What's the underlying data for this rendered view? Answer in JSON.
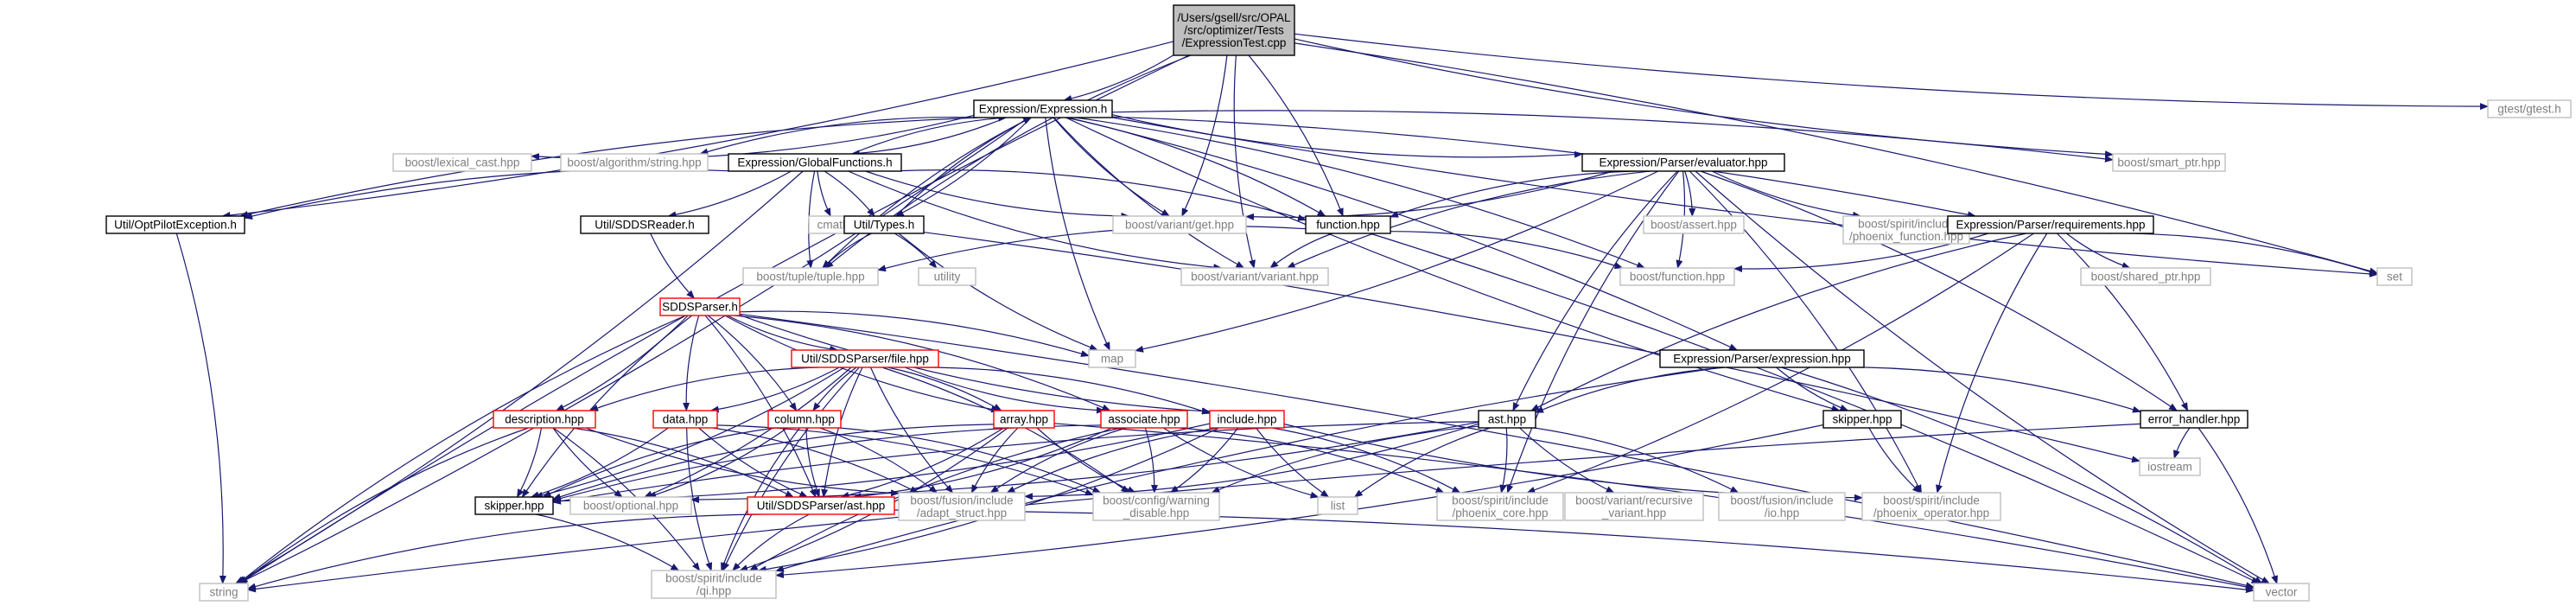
{
  "colors": {
    "edge": "#191970",
    "root_fill": "#bfbfbf",
    "root_stroke": "#000000",
    "documented_stroke": "#000000",
    "truncated_stroke": "#ff0000",
    "external_stroke": "#bfbfbf",
    "node_fill": "#ffffff",
    "text_dark": "#000000",
    "text_gray": "#7f7f7f"
  },
  "legend_kinds": [
    "root",
    "documented",
    "truncated",
    "external"
  ],
  "nodes": [
    {
      "id": "root",
      "lines": [
        "/Users/gsell/src/OPAL",
        "/src/optimizer/Tests",
        "/ExpressionTest.cpp"
      ],
      "kind": "root"
    },
    {
      "id": "expression_h",
      "lines": [
        "Expression/Expression.h"
      ],
      "kind": "documented"
    },
    {
      "id": "gtest_h",
      "lines": [
        "gtest/gtest.h"
      ],
      "kind": "external"
    },
    {
      "id": "lexical_cast",
      "lines": [
        "boost/lexical_cast.hpp"
      ],
      "kind": "external"
    },
    {
      "id": "algo_string",
      "lines": [
        "boost/algorithm/string.hpp"
      ],
      "kind": "external"
    },
    {
      "id": "global_functions",
      "lines": [
        "Expression/GlobalFunctions.h"
      ],
      "kind": "documented"
    },
    {
      "id": "evaluator",
      "lines": [
        "Expression/Parser/evaluator.hpp"
      ],
      "kind": "documented"
    },
    {
      "id": "smart_ptr",
      "lines": [
        "boost/smart_ptr.hpp"
      ],
      "kind": "external"
    },
    {
      "id": "optpilot_exc",
      "lines": [
        "Util/OptPilotException.h"
      ],
      "kind": "documented"
    },
    {
      "id": "sdds_reader",
      "lines": [
        "Util/SDDSReader.h"
      ],
      "kind": "documented"
    },
    {
      "id": "cmath",
      "lines": [
        "cmath"
      ],
      "kind": "external"
    },
    {
      "id": "util_types",
      "lines": [
        "Util/Types.h"
      ],
      "kind": "documented"
    },
    {
      "id": "variant_get",
      "lines": [
        "boost/variant/get.hpp"
      ],
      "kind": "external"
    },
    {
      "id": "function_hpp",
      "lines": [
        "function.hpp"
      ],
      "kind": "documented"
    },
    {
      "id": "boost_assert",
      "lines": [
        "boost/assert.hpp"
      ],
      "kind": "external"
    },
    {
      "id": "phoenix_function",
      "lines": [
        "boost/spirit/include",
        "/phoenix_function.hpp"
      ],
      "kind": "external"
    },
    {
      "id": "requirements",
      "lines": [
        "Expression/Parser/requirements.hpp"
      ],
      "kind": "documented"
    },
    {
      "id": "set",
      "lines": [
        "set"
      ],
      "kind": "external"
    },
    {
      "id": "tuple",
      "lines": [
        "boost/tuple/tuple.hpp"
      ],
      "kind": "external"
    },
    {
      "id": "utility",
      "lines": [
        "utility"
      ],
      "kind": "external"
    },
    {
      "id": "variant_variant",
      "lines": [
        "boost/variant/variant.hpp"
      ],
      "kind": "external"
    },
    {
      "id": "boost_function",
      "lines": [
        "boost/function.hpp"
      ],
      "kind": "external"
    },
    {
      "id": "shared_ptr",
      "lines": [
        "boost/shared_ptr.hpp"
      ],
      "kind": "external"
    },
    {
      "id": "sdds_parser",
      "lines": [
        "SDDSParser.h"
      ],
      "kind": "truncated"
    },
    {
      "id": "map",
      "lines": [
        "map"
      ],
      "kind": "external"
    },
    {
      "id": "sdds_file",
      "lines": [
        "Util/SDDSParser/file.hpp"
      ],
      "kind": "truncated"
    },
    {
      "id": "parser_expression",
      "lines": [
        "Expression/Parser/expression.hpp"
      ],
      "kind": "documented"
    },
    {
      "id": "description",
      "lines": [
        "description.hpp"
      ],
      "kind": "truncated"
    },
    {
      "id": "data_hpp",
      "lines": [
        "data.hpp"
      ],
      "kind": "truncated"
    },
    {
      "id": "column_hpp",
      "lines": [
        "column.hpp"
      ],
      "kind": "truncated"
    },
    {
      "id": "array_hpp",
      "lines": [
        "array.hpp"
      ],
      "kind": "truncated"
    },
    {
      "id": "associate_hpp",
      "lines": [
        "associate.hpp"
      ],
      "kind": "truncated"
    },
    {
      "id": "include_hpp",
      "lines": [
        "include.hpp"
      ],
      "kind": "truncated"
    },
    {
      "id": "ast_hpp",
      "lines": [
        "ast.hpp"
      ],
      "kind": "documented"
    },
    {
      "id": "skipper_right",
      "lines": [
        "skipper.hpp"
      ],
      "kind": "documented"
    },
    {
      "id": "error_handler",
      "lines": [
        "error_handler.hpp"
      ],
      "kind": "documented"
    },
    {
      "id": "skipper_left",
      "lines": [
        "skipper.hpp"
      ],
      "kind": "documented"
    },
    {
      "id": "optional",
      "lines": [
        "boost/optional.hpp"
      ],
      "kind": "external"
    },
    {
      "id": "sdds_ast",
      "lines": [
        "Util/SDDSParser/ast.hpp"
      ],
      "kind": "truncated"
    },
    {
      "id": "adapt_struct",
      "lines": [
        "boost/fusion/include",
        "/adapt_struct.hpp"
      ],
      "kind": "external"
    },
    {
      "id": "warning_disable",
      "lines": [
        "boost/config/warning",
        "_disable.hpp"
      ],
      "kind": "external"
    },
    {
      "id": "list",
      "lines": [
        "list"
      ],
      "kind": "external"
    },
    {
      "id": "phoenix_core",
      "lines": [
        "boost/spirit/include",
        "/phoenix_core.hpp"
      ],
      "kind": "external"
    },
    {
      "id": "recursive_variant",
      "lines": [
        "boost/variant/recursive",
        "_variant.hpp"
      ],
      "kind": "external"
    },
    {
      "id": "fusion_io",
      "lines": [
        "boost/fusion/include",
        "/io.hpp"
      ],
      "kind": "external"
    },
    {
      "id": "phoenix_operator",
      "lines": [
        "boost/spirit/include",
        "/phoenix_operator.hpp"
      ],
      "kind": "external"
    },
    {
      "id": "iostream",
      "lines": [
        "iostream"
      ],
      "kind": "external"
    },
    {
      "id": "string",
      "lines": [
        "string"
      ],
      "kind": "external"
    },
    {
      "id": "qi",
      "lines": [
        "boost/spirit/include",
        "/qi.hpp"
      ],
      "kind": "external"
    },
    {
      "id": "vector",
      "lines": [
        "vector"
      ],
      "kind": "external"
    }
  ],
  "edges": [
    [
      "root",
      "expression_h"
    ],
    [
      "root",
      "gtest_h"
    ],
    [
      "root",
      "set"
    ],
    [
      "root",
      "string"
    ],
    [
      "root",
      "optpilot_exc"
    ],
    [
      "root",
      "tuple"
    ],
    [
      "root",
      "variant_get"
    ],
    [
      "root",
      "variant_variant"
    ],
    [
      "root",
      "function_hpp"
    ],
    [
      "root",
      "smart_ptr"
    ],
    [
      "expression_h",
      "lexical_cast"
    ],
    [
      "expression_h",
      "algo_string"
    ],
    [
      "expression_h",
      "global_functions"
    ],
    [
      "expression_h",
      "evaluator"
    ],
    [
      "expression_h",
      "smart_ptr"
    ],
    [
      "expression_h",
      "optpilot_exc"
    ],
    [
      "expression_h",
      "string"
    ],
    [
      "expression_h",
      "tuple"
    ],
    [
      "expression_h",
      "util_types"
    ],
    [
      "expression_h",
      "variant_get"
    ],
    [
      "expression_h",
      "function_hpp"
    ],
    [
      "expression_h",
      "variant_variant"
    ],
    [
      "expression_h",
      "boost_function"
    ],
    [
      "expression_h",
      "map"
    ],
    [
      "expression_h",
      "parser_expression"
    ],
    [
      "expression_h",
      "skipper_right"
    ],
    [
      "expression_h",
      "requirements"
    ],
    [
      "expression_h",
      "set"
    ],
    [
      "global_functions",
      "expression_h"
    ],
    [
      "global_functions",
      "optpilot_exc"
    ],
    [
      "global_functions",
      "sdds_reader"
    ],
    [
      "global_functions",
      "cmath"
    ],
    [
      "global_functions",
      "util_types"
    ],
    [
      "global_functions",
      "variant_get"
    ],
    [
      "global_functions",
      "function_hpp"
    ],
    [
      "global_functions",
      "tuple"
    ],
    [
      "global_functions",
      "string"
    ],
    [
      "global_functions",
      "variant_variant"
    ],
    [
      "evaluator",
      "variant_get"
    ],
    [
      "evaluator",
      "function_hpp"
    ],
    [
      "evaluator",
      "boost_assert"
    ],
    [
      "evaluator",
      "phoenix_function"
    ],
    [
      "evaluator",
      "boost_function"
    ],
    [
      "evaluator",
      "variant_variant"
    ],
    [
      "evaluator",
      "map"
    ],
    [
      "evaluator",
      "ast_hpp"
    ],
    [
      "evaluator",
      "error_handler"
    ],
    [
      "evaluator",
      "vector"
    ],
    [
      "evaluator",
      "phoenix_operator"
    ],
    [
      "evaluator",
      "phoenix_core"
    ],
    [
      "optpilot_exc",
      "string"
    ],
    [
      "sdds_reader",
      "sdds_parser"
    ],
    [
      "util_types",
      "expression_h"
    ],
    [
      "util_types",
      "tuple"
    ],
    [
      "util_types",
      "utility"
    ],
    [
      "util_types",
      "map"
    ],
    [
      "util_types",
      "iostream"
    ],
    [
      "function_hpp",
      "tuple"
    ],
    [
      "function_hpp",
      "boost_function"
    ],
    [
      "function_hpp",
      "variant_variant"
    ],
    [
      "function_hpp",
      "vector"
    ],
    [
      "requirements",
      "phoenix_function"
    ],
    [
      "requirements",
      "boost_function"
    ],
    [
      "requirements",
      "shared_ptr"
    ],
    [
      "requirements",
      "set"
    ],
    [
      "requirements",
      "ast_hpp"
    ],
    [
      "requirements",
      "error_handler"
    ],
    [
      "requirements",
      "phoenix_operator"
    ],
    [
      "requirements",
      "phoenix_core"
    ],
    [
      "sdds_parser",
      "string"
    ],
    [
      "sdds_parser",
      "map"
    ],
    [
      "sdds_parser",
      "sdds_file"
    ],
    [
      "sdds_parser",
      "description"
    ],
    [
      "sdds_parser",
      "data_hpp"
    ],
    [
      "sdds_parser",
      "column_hpp"
    ],
    [
      "sdds_parser",
      "array_hpp"
    ],
    [
      "sdds_parser",
      "associate_hpp"
    ],
    [
      "sdds_parser",
      "include_hpp"
    ],
    [
      "sdds_parser",
      "sdds_ast"
    ],
    [
      "sdds_parser",
      "skipper_left"
    ],
    [
      "sdds_parser",
      "vector"
    ],
    [
      "sdds_file",
      "description"
    ],
    [
      "sdds_file",
      "data_hpp"
    ],
    [
      "sdds_file",
      "column_hpp"
    ],
    [
      "sdds_file",
      "array_hpp"
    ],
    [
      "sdds_file",
      "associate_hpp"
    ],
    [
      "sdds_file",
      "include_hpp"
    ],
    [
      "sdds_file",
      "sdds_ast"
    ],
    [
      "sdds_file",
      "skipper_left"
    ],
    [
      "sdds_file",
      "qi"
    ],
    [
      "sdds_file",
      "optional"
    ],
    [
      "sdds_file",
      "adapt_struct"
    ],
    [
      "sdds_file",
      "warning_disable"
    ],
    [
      "parser_expression",
      "ast_hpp"
    ],
    [
      "parser_expression",
      "error_handler"
    ],
    [
      "parser_expression",
      "skipper_right"
    ],
    [
      "parser_expression",
      "vector"
    ],
    [
      "parser_expression",
      "qi"
    ],
    [
      "description",
      "skipper_left"
    ],
    [
      "description",
      "optional"
    ],
    [
      "description",
      "sdds_ast"
    ],
    [
      "description",
      "adapt_struct"
    ],
    [
      "description",
      "qi"
    ],
    [
      "description",
      "string"
    ],
    [
      "data_hpp",
      "skipper_left"
    ],
    [
      "data_hpp",
      "sdds_ast"
    ],
    [
      "data_hpp",
      "adapt_struct"
    ],
    [
      "data_hpp",
      "qi"
    ],
    [
      "data_hpp",
      "warning_disable"
    ],
    [
      "column_hpp",
      "skipper_left"
    ],
    [
      "column_hpp",
      "optional"
    ],
    [
      "column_hpp",
      "sdds_ast"
    ],
    [
      "column_hpp",
      "adapt_struct"
    ],
    [
      "column_hpp",
      "qi"
    ],
    [
      "column_hpp",
      "warning_disable"
    ],
    [
      "array_hpp",
      "skipper_left"
    ],
    [
      "array_hpp",
      "sdds_ast"
    ],
    [
      "array_hpp",
      "adapt_struct"
    ],
    [
      "array_hpp",
      "qi"
    ],
    [
      "array_hpp",
      "warning_disable"
    ],
    [
      "array_hpp",
      "vector"
    ],
    [
      "associate_hpp",
      "skipper_left"
    ],
    [
      "associate_hpp",
      "sdds_ast"
    ],
    [
      "associate_hpp",
      "adapt_struct"
    ],
    [
      "associate_hpp",
      "warning_disable"
    ],
    [
      "associate_hpp",
      "list"
    ],
    [
      "associate_hpp",
      "phoenix_core"
    ],
    [
      "associate_hpp",
      "qi"
    ],
    [
      "include_hpp",
      "skipper_left"
    ],
    [
      "include_hpp",
      "adapt_struct"
    ],
    [
      "include_hpp",
      "warning_disable"
    ],
    [
      "include_hpp",
      "list"
    ],
    [
      "include_hpp",
      "phoenix_core"
    ],
    [
      "include_hpp",
      "phoenix_operator"
    ],
    [
      "include_hpp",
      "qi"
    ],
    [
      "ast_hpp",
      "list"
    ],
    [
      "ast_hpp",
      "adapt_struct"
    ],
    [
      "ast_hpp",
      "warning_disable"
    ],
    [
      "ast_hpp",
      "phoenix_core"
    ],
    [
      "ast_hpp",
      "recursive_variant"
    ],
    [
      "ast_hpp",
      "fusion_io"
    ],
    [
      "ast_hpp",
      "skipper_left"
    ],
    [
      "ast_hpp",
      "optional"
    ],
    [
      "skipper_right",
      "phoenix_operator"
    ],
    [
      "skipper_right",
      "qi"
    ],
    [
      "error_handler",
      "iostream"
    ],
    [
      "error_handler",
      "vector"
    ],
    [
      "error_handler",
      "string"
    ],
    [
      "skipper_left",
      "qi"
    ],
    [
      "sdds_ast",
      "string"
    ],
    [
      "sdds_ast",
      "vector"
    ],
    [
      "sdds_ast",
      "qi"
    ]
  ]
}
